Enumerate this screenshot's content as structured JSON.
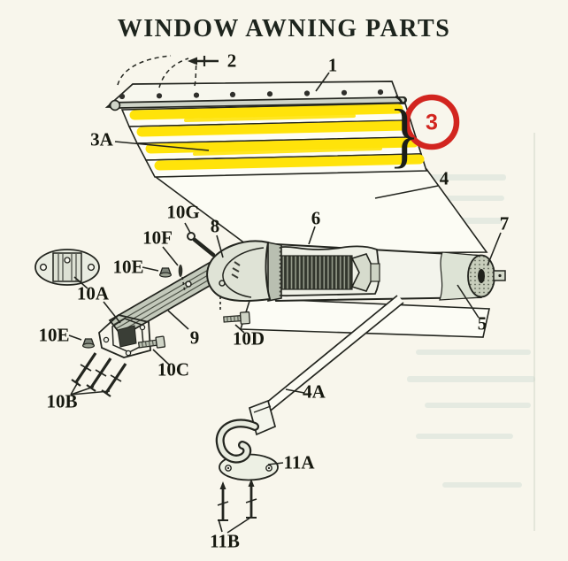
{
  "title": "WINDOW AWNING PARTS",
  "brace_glyph": "}",
  "highlight": {
    "circled_part": "3",
    "circle_color": "#d2251f"
  },
  "labels": {
    "part1": "1",
    "part2": "2",
    "part3": "3",
    "part3a": "3A",
    "part4": "4",
    "part4a": "4A",
    "part5": "5",
    "part6": "6",
    "part7": "7",
    "part8": "8",
    "part9": "9",
    "part10a": "10A",
    "part10b": "10B",
    "part10c": "10C",
    "part10d": "10D",
    "part10e_upper": "10E",
    "part10e_lower": "10E",
    "part10f": "10F",
    "part10g": "10G",
    "part11a": "11A",
    "part11b": "11B"
  },
  "colors": {
    "highlight_yellow": "#ffe30a",
    "ink": "#23251f",
    "paper": "#f8f6ec"
  }
}
